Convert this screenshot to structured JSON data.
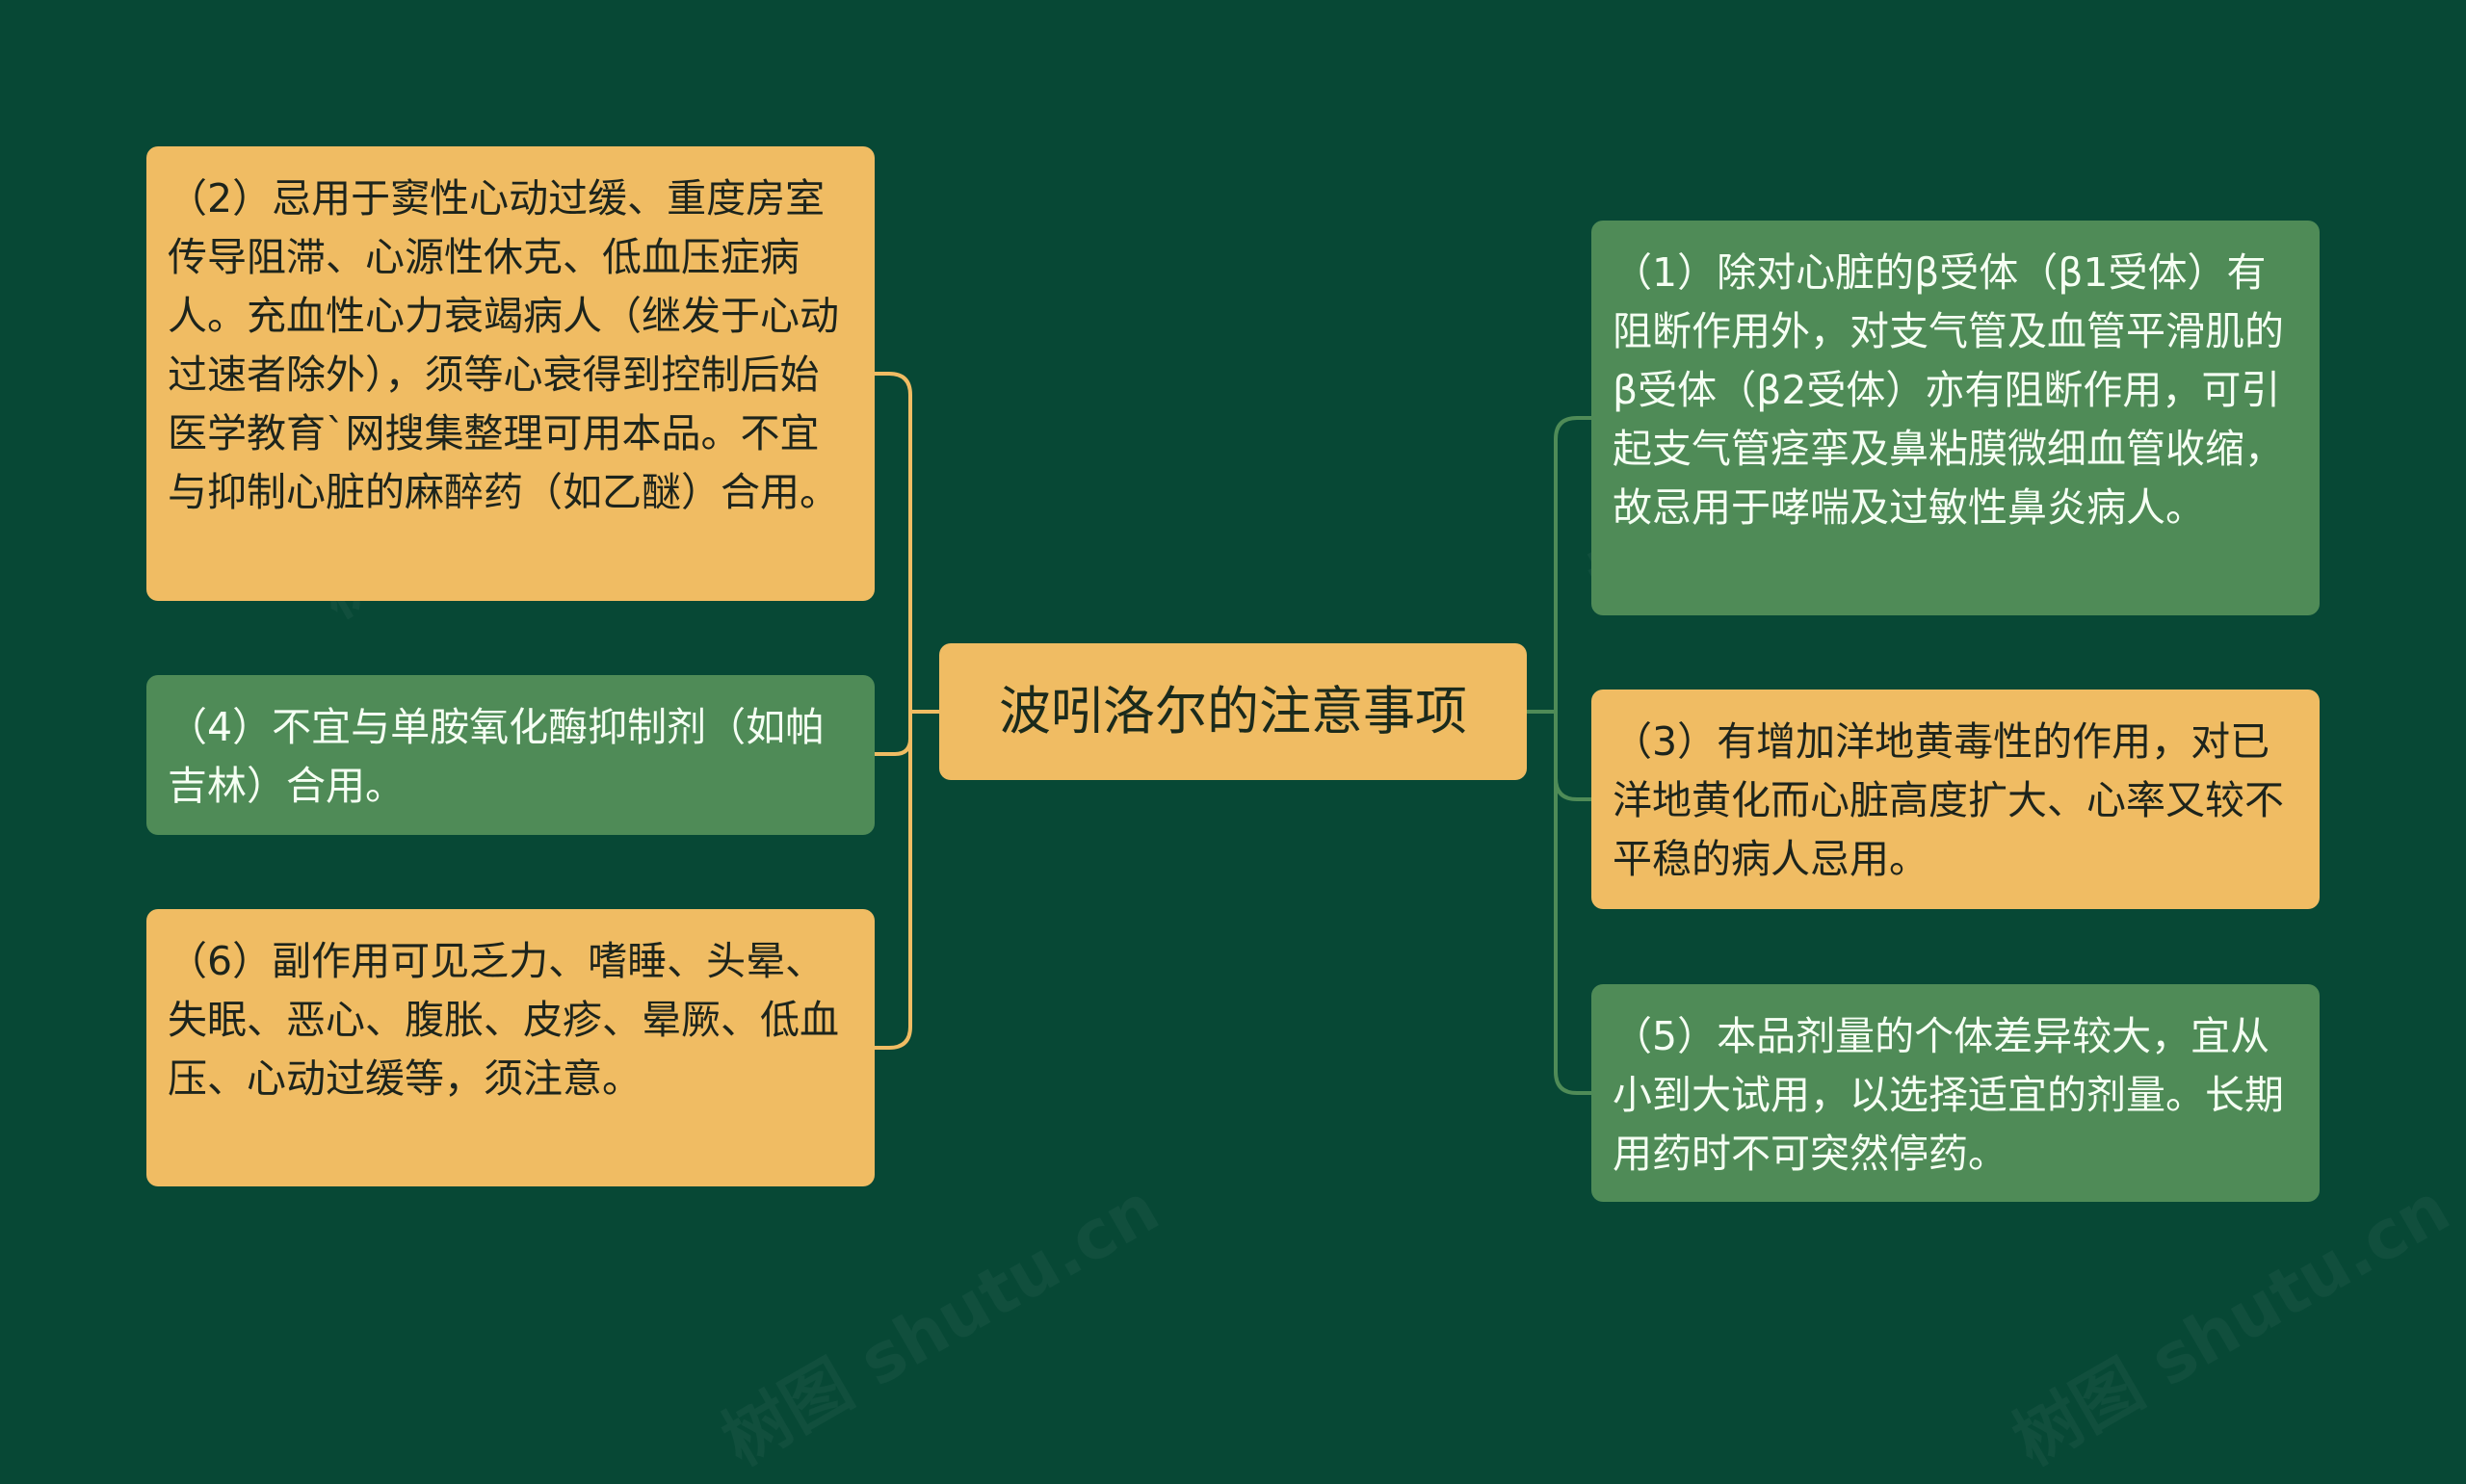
{
  "colors": {
    "background": "#074835",
    "orange_node": "#f0bc63",
    "green_node": "#4f8b57",
    "connector_left": "#f0bc63",
    "connector_right": "#4f8b57"
  },
  "root": {
    "label": "波吲洛尔的注意事项"
  },
  "left_nodes": [
    {
      "label": "（2）忌用于窦性心动过缓、重度房室传导阻滞、心源性休克、低血压症病人。充血性心力衰竭病人（继发于心动过速者除外），须等心衰得到控制后始医学教育`网搜集整理可用本品。不宜与抑制心脏的麻醉药（如乙醚）合用。"
    },
    {
      "label": "（4）不宜与单胺氧化酶抑制剂（如帕吉林）合用。"
    },
    {
      "label": "（6）副作用可见乏力、嗜睡、头晕、失眠、恶心、腹胀、皮疹、晕厥、低血压、心动过缓等，须注意。"
    }
  ],
  "right_nodes": [
    {
      "label": "（1）除对心脏的β受体（β1受体）有阻断作用外，对支气管及血管平滑肌的β受体（β2受体）亦有阻断作用，可引起支气管痉挛及鼻粘膜微细血管收缩，故忌用于哮喘及过敏性鼻炎病人。"
    },
    {
      "label": "（3）有增加洋地黄毒性的作用，对已洋地黄化而心脏高度扩大、心率又较不平稳的病人忌用。"
    },
    {
      "label": "（5）本品剂量的个体差异较大，宜从小到大试用，以选择适宜的剂量。长期用药时不可突然停药。"
    }
  ]
}
